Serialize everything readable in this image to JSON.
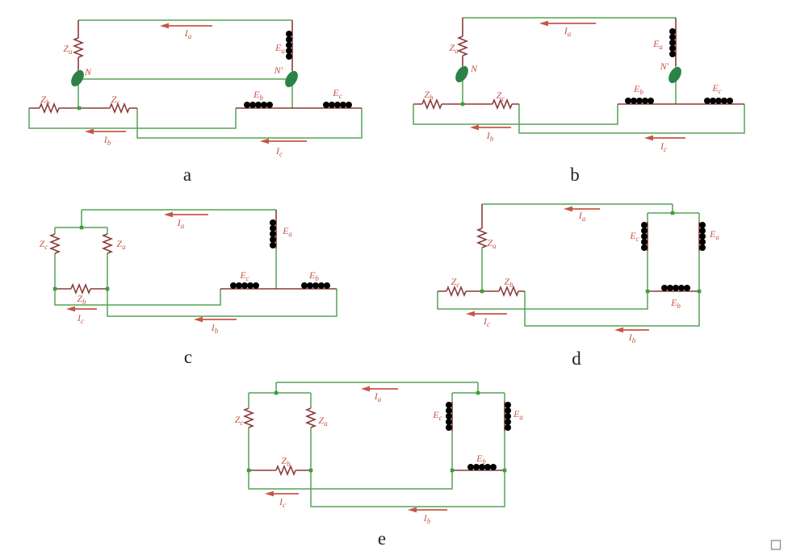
{
  "colors": {
    "wire_green": "#55a355",
    "component_maroon": "#8c3a3a",
    "label_red": "#c75647",
    "node_ellipse_green": "#2d8246",
    "junction_dot_green": "#3ca03c",
    "caption_black": "#222222",
    "resize_handle_gray": "#999999",
    "background": "#ffffff"
  },
  "labels": {
    "Ia": {
      "main": "I",
      "sub": "a"
    },
    "Ib": {
      "main": "I",
      "sub": "b"
    },
    "Ic": {
      "main": "I",
      "sub": "c"
    },
    "Za": {
      "main": "Z",
      "sub": "a"
    },
    "Zb": {
      "main": "Z",
      "sub": "b"
    },
    "Zc": {
      "main": "Z",
      "sub": "c"
    },
    "Ea": {
      "main": "E",
      "sub": "a"
    },
    "Eb": {
      "main": "E",
      "sub": "b"
    },
    "Ec": {
      "main": "E",
      "sub": "c"
    },
    "N": "N",
    "N_prime": "N′"
  },
  "captions": {
    "a": "a",
    "b": "b",
    "c": "c",
    "d": "d",
    "e": "e"
  }
}
